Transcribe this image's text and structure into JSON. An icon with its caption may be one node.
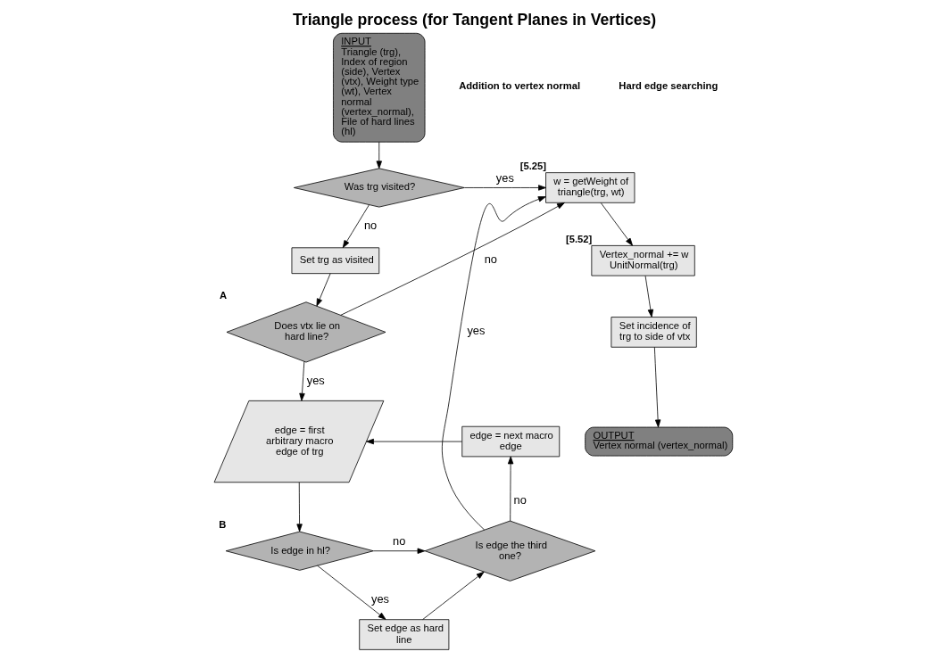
{
  "diagram": {
    "title": "Triangle process (for Tangent Planes in Vertices)",
    "nodes": [
      {
        "text": [
          "INPUT",
          "Triangle (trg), Index of region (side), Vertex (vtx), Weight type (wt), Vertex normal (vertex_normal), File of hard lines (hl)"
        ]
      },
      {
        "text": [
          "Was trg visited?"
        ]
      },
      {
        "text": [
          "w = getWeight of triangle(trg, wt)"
        ],
        "beside": [
          "[5.25]"
        ]
      },
      {
        "text": [
          "Vertex_normal += w UnitNormal(trg)"
        ],
        "beside": [
          "[5.52]"
        ]
      },
      {
        "text": [
          "Set incidence of trg to side of vtx"
        ]
      },
      {
        "text": [
          "OUTPUT",
          "Vertex normal (vertex_normal)"
        ]
      },
      {
        "text": [
          "Set trg as visited"
        ]
      },
      {
        "text": [
          "Set edge as hard line"
        ]
      },
      {
        "text": [
          "Is edge the third one?"
        ]
      },
      {
        "text": [
          "Is edge in hl?"
        ],
        "beside": [
          "B"
        ]
      },
      {
        "text": [
          "edge = next macro edge"
        ]
      },
      {
        "text": [
          "edge = first arbitrary macro edge of trg"
        ]
      },
      {
        "text": [
          "Does vtx lie on hard line?"
        ],
        "beside": [
          "A"
        ]
      }
    ],
    "edges": [
      {
        "from": 0,
        "to": 1,
        "arrow": "to"
      },
      {
        "from": 1,
        "to": 2,
        "arrow": "to",
        "label": "yes"
      },
      {
        "from": 2,
        "to": 3,
        "arrow": "to"
      },
      {
        "from": 3,
        "to": 4,
        "arrow": "to"
      },
      {
        "from": 4,
        "to": 5,
        "arrow": "to"
      },
      {
        "from": 1,
        "to": 6,
        "arrow": "to",
        "label": "no"
      },
      {
        "from": 6,
        "to": 12,
        "arrow": "to"
      },
      {
        "from": 12,
        "to": 2,
        "arrow": "to",
        "label": "no"
      },
      {
        "from": 12,
        "to": 11,
        "arrow": "to",
        "label": "yes"
      },
      {
        "from": 11,
        "to": 9,
        "arrow": "to"
      },
      {
        "from": 9,
        "to": 7,
        "arrow": "to",
        "label": "yes"
      },
      {
        "from": 9,
        "to": 8,
        "arrow": "to",
        "label": "no"
      },
      {
        "from": 7,
        "to": 8,
        "arrow": "to"
      },
      {
        "from": 8,
        "to": 2,
        "arrow": "to",
        "label": "yes"
      },
      {
        "from": 8,
        "to": 10,
        "arrow": "to",
        "label": "no"
      },
      {
        "from": 10,
        "to": 11,
        "arrow": "to"
      }
    ],
    "labels": [
      "Addition to vertex normal",
      "Hard edge searching"
    ]
  }
}
